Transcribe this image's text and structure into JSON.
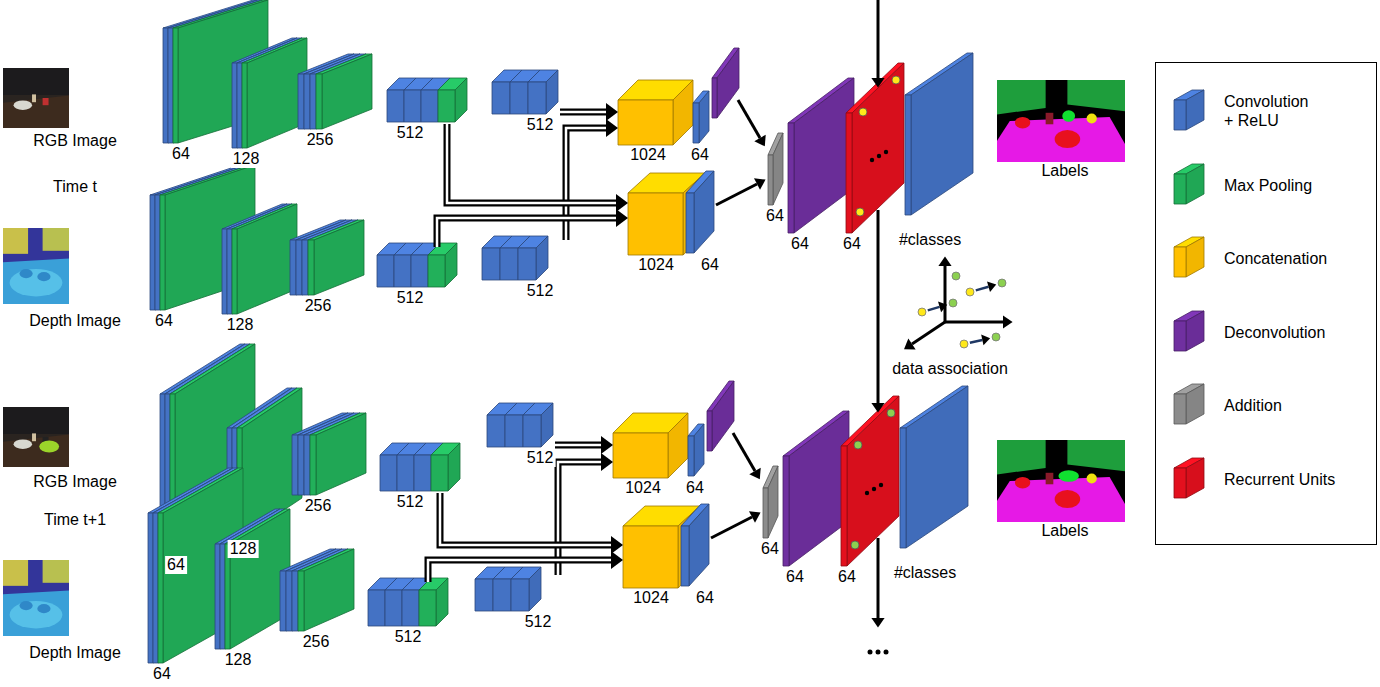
{
  "diagram": {
    "nodes": [
      {
        "text": [
          "RGB Image"
        ]
      },
      {
        "text": [
          "Labels"
        ]
      },
      {
        "text": [
          "Depth Image"
        ]
      },
      {
        "text": [
          "RGB Image"
        ]
      },
      {
        "text": [
          "Labels"
        ]
      },
      {
        "text": [
          "Depth Image"
        ]
      }
    ],
    "labels": [
      "Time t",
      "64",
      "128",
      "256",
      "512",
      "512",
      "64",
      "128",
      "256",
      "512",
      "512",
      "1024",
      "64",
      "1024",
      "64",
      "64",
      "64",
      "64",
      "#classes",
      "data association",
      "Time t+1",
      "64",
      "128",
      "256",
      "512",
      "512",
      "64",
      "128",
      "256",
      "512",
      "512",
      "1024",
      "64",
      "1024",
      "64",
      "64",
      "64",
      "64",
      "#classes"
    ],
    "legend": [
      {
        "text": "Convolution + ReLU",
        "color": "#4472C4"
      },
      {
        "text": "Max Pooling",
        "color": "#22B05A"
      },
      {
        "text": "Concatenation",
        "color": "#FFC000"
      },
      {
        "text": "Deconvolution",
        "color": "#7030A0"
      },
      {
        "text": "Addition",
        "color": "#8C8C8C"
      },
      {
        "text": "Recurrent Units",
        "color": "#E3101E"
      }
    ]
  }
}
